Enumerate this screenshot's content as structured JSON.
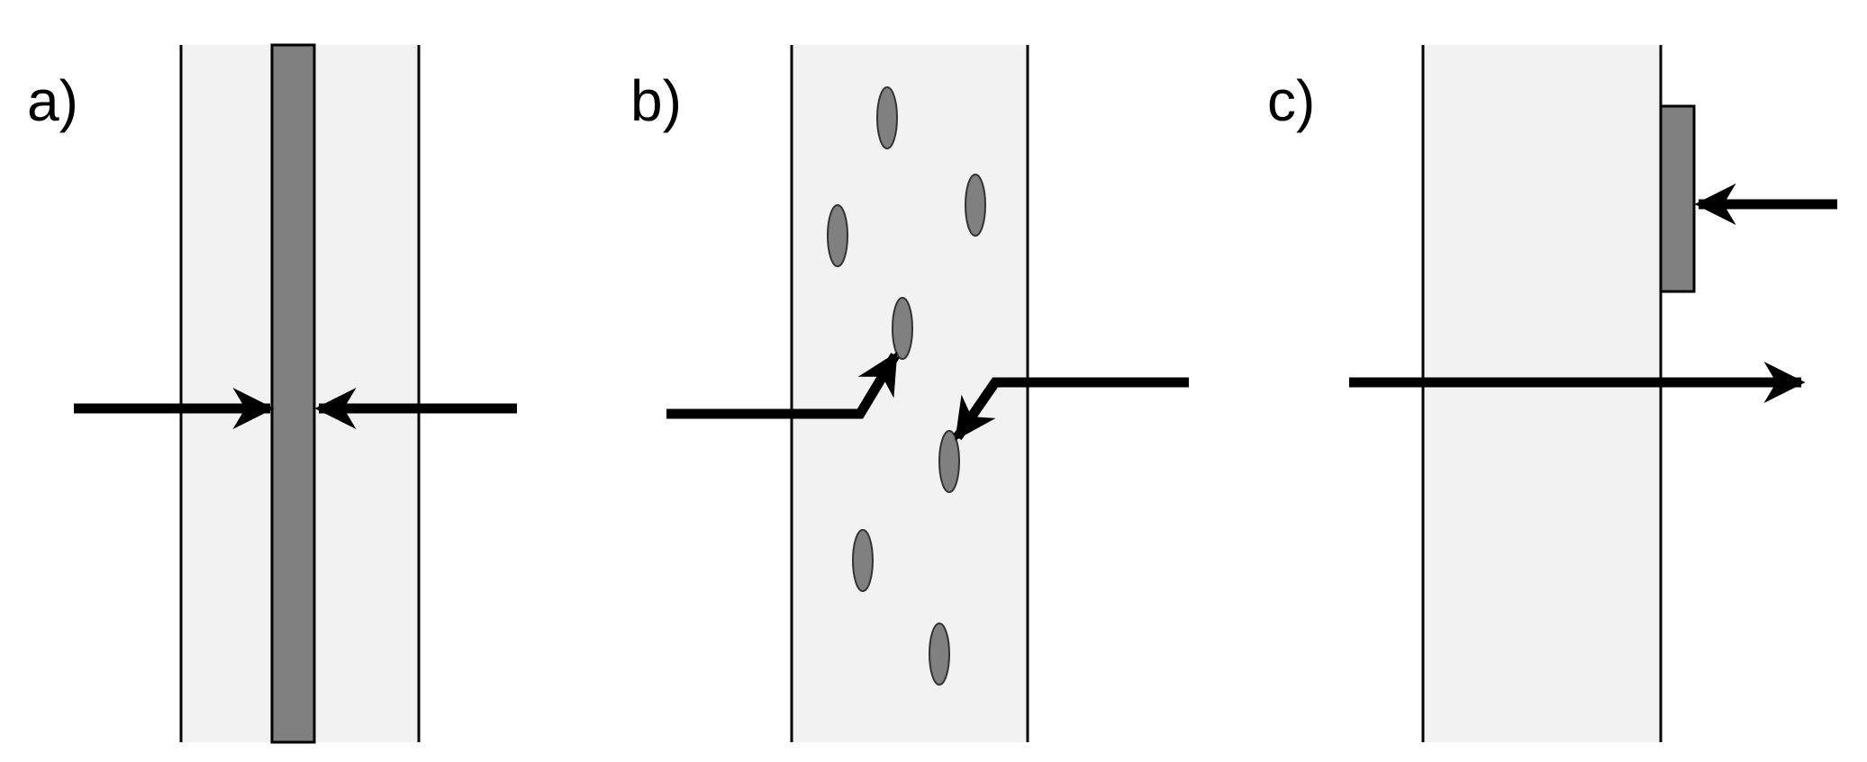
{
  "panels": [
    {
      "id": "a",
      "label": "a)"
    },
    {
      "id": "b",
      "label": "b)"
    },
    {
      "id": "c",
      "label": "c)"
    }
  ],
  "colors": {
    "background": "#ffffff",
    "slab_fill": "#f2f2f2",
    "slab_border": "#000000",
    "inclusion_fill": "#808080",
    "inclusion_stroke": "#333333",
    "arrow": "#000000"
  },
  "icons": {
    "arrow": "arrow-icon"
  }
}
